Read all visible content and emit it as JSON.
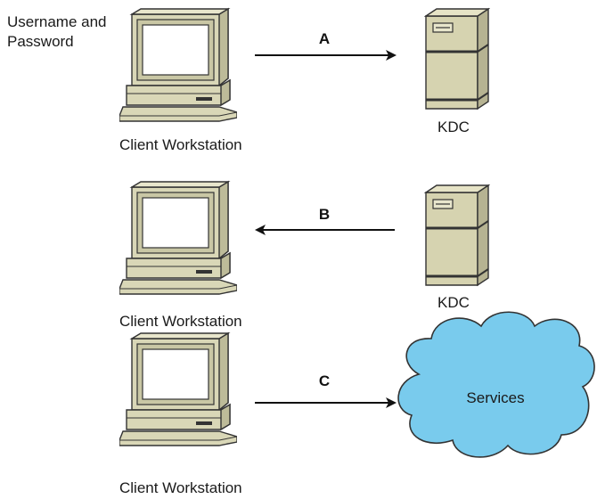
{
  "credentials_label": [
    "Username and",
    "Password"
  ],
  "steps": [
    {
      "label": "A",
      "direction": "to-kdc",
      "client_caption": "Client Workstation",
      "target_caption": "KDC"
    },
    {
      "label": "B",
      "direction": "to-client",
      "client_caption": "Client Workstation",
      "target_caption": "KDC"
    },
    {
      "label": "C",
      "direction": "to-services",
      "client_caption": "Client Workstation",
      "target_caption": "Services"
    }
  ],
  "colors": {
    "monitor_body": "#d9d7b7",
    "monitor_shade": "#b9b795",
    "screen": "#ffffff",
    "server_body": "#d6d3b0",
    "cloud_fill": "#79cbed",
    "cloud_stroke": "#333333",
    "arrow": "#111111"
  },
  "icons": [
    "computer-icon",
    "server-icon",
    "cloud-icon"
  ]
}
